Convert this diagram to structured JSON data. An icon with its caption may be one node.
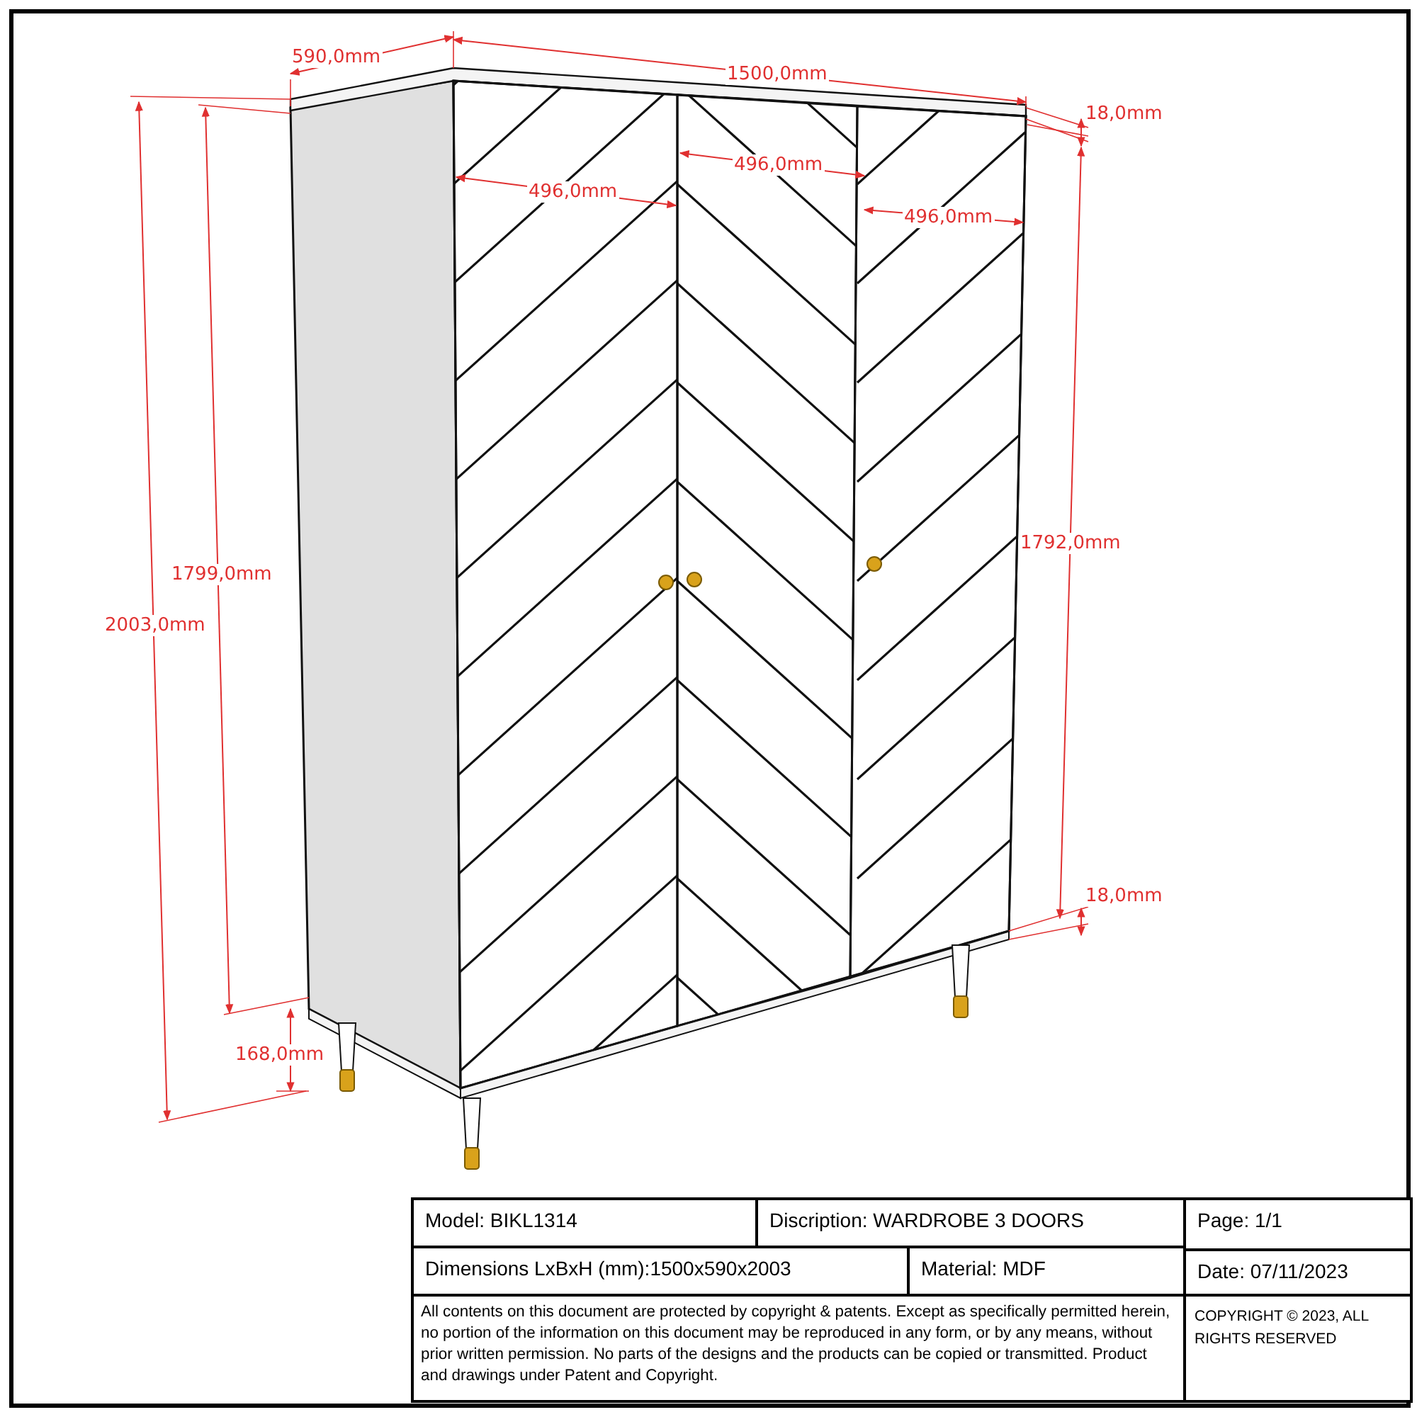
{
  "diagram": {
    "labels": [
      "590,0mm",
      "1500,0mm",
      "18,0mm",
      "496,0mm",
      "496,0mm",
      "496,0mm",
      "1799,0mm",
      "1792,0mm",
      "2003,0mm",
      "18,0mm",
      "168,0mm",
      "Model: BIKL1314",
      "Discription: WARDROBE 3 DOORS",
      "Page: 1/1",
      "Dimensions LxBxH (mm):1500x590x2003",
      "Material: MDF",
      "Date: 07/11/2023",
      "All contents on this document are protected by copyright & patents. Except as specifically permitted herein, no portion of the information on this document may be reproduced in any form, or by any means, without prior written permission. No parts of the designs and the products can be copied or transmitted. Product and drawings under Patent and Copyright.",
      "COPYRIGHT © 2023, ALL RIGHTS RESERVED"
    ]
  }
}
